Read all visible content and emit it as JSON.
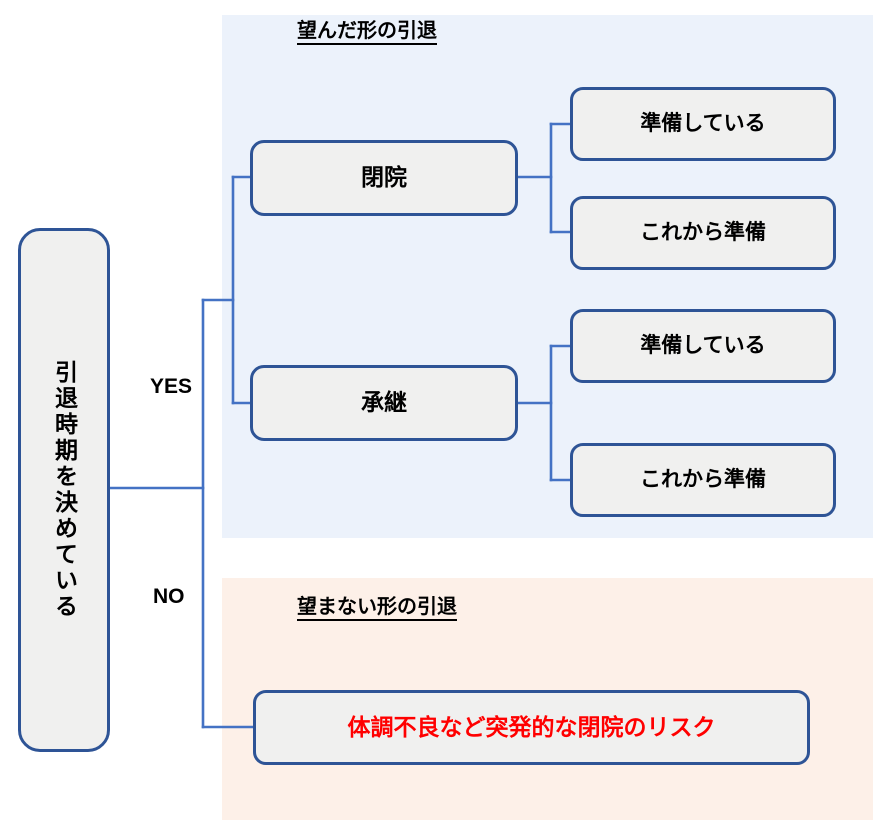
{
  "diagram": {
    "root": {
      "label": "引退時期を決めている"
    },
    "branches": {
      "yes_label": "YES",
      "no_label": "NO"
    },
    "panels": {
      "desired": {
        "title": "望んだ形の引退",
        "background_color": "#ecf2fb",
        "nodes": [
          {
            "label": "閉院",
            "children": [
              {
                "label": "準備している"
              },
              {
                "label": "これから準備"
              }
            ]
          },
          {
            "label": "承継",
            "children": [
              {
                "label": "準備している"
              },
              {
                "label": "これから準備"
              }
            ]
          }
        ]
      },
      "undesired": {
        "title": "望まない形の引退",
        "background_color": "#fdf0e8",
        "nodes": [
          {
            "label": "体調不良など突発的な閉院のリスク",
            "text_color": "#ff0000"
          }
        ]
      }
    },
    "style": {
      "node_fill": "#f0f0ef",
      "node_border": "#2e5496",
      "connector_color": "#4472c4",
      "text_color": "#000000",
      "risk_text_color": "#ff0000"
    }
  }
}
